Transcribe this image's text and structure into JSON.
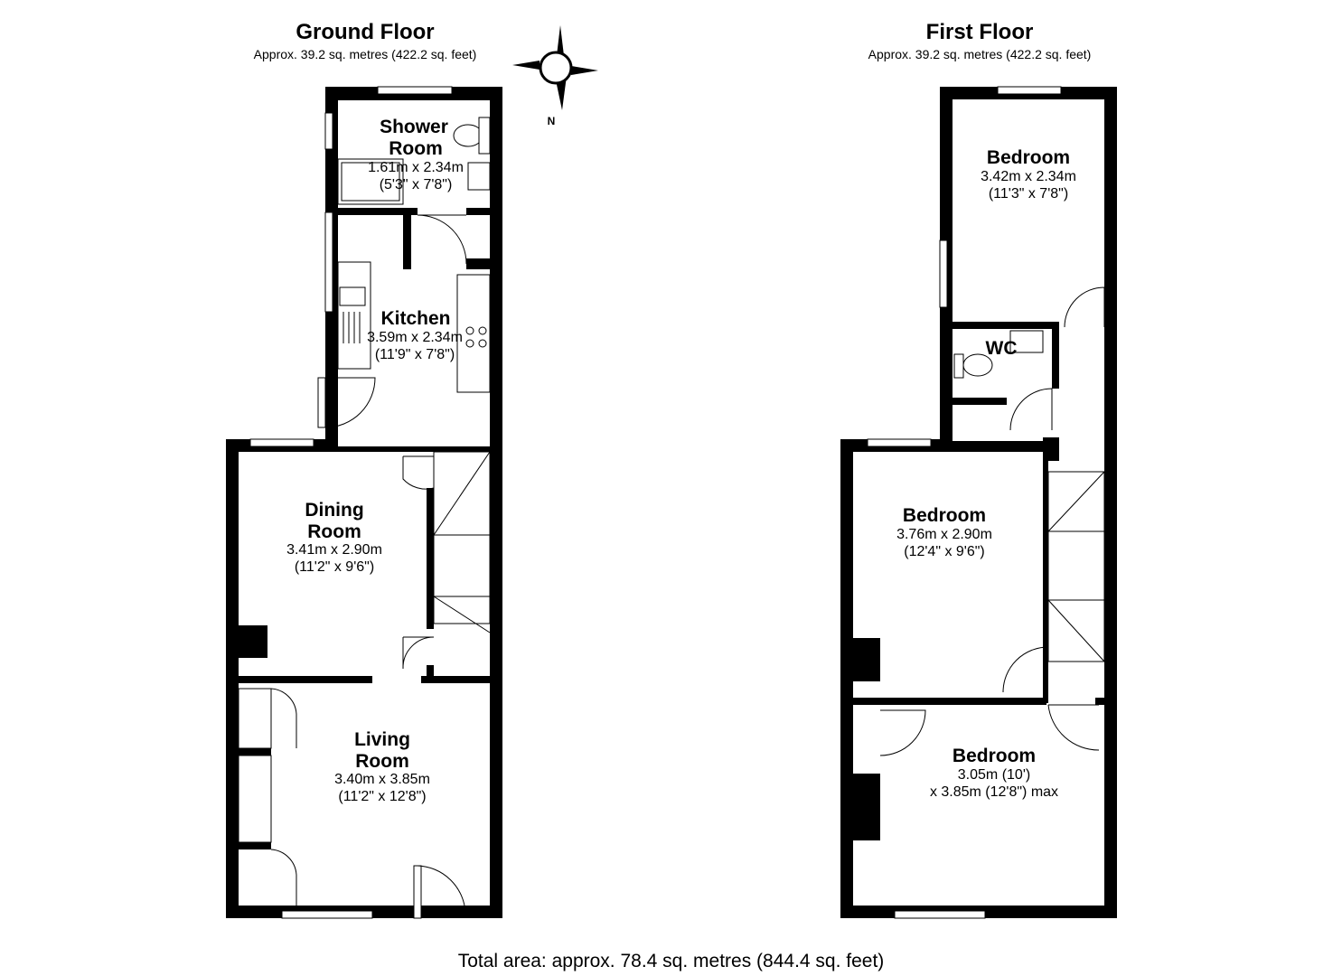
{
  "ground_floor": {
    "title": "Ground Floor",
    "area": "Approx. 39.2 sq. metres (422.2 sq. feet)",
    "rooms": [
      {
        "name_lines": [
          "Shower",
          "Room"
        ],
        "dims": [
          "1.61m x 2.34m",
          "(5'3\" x 7'8\")"
        ]
      },
      {
        "name_lines": [
          "Kitchen"
        ],
        "dims": [
          "3.59m x 2.34m",
          "(11'9\" x 7'8\")"
        ]
      },
      {
        "name_lines": [
          "Dining",
          "Room"
        ],
        "dims": [
          "3.41m x 2.90m",
          "(11'2\" x 9'6\")"
        ]
      },
      {
        "name_lines": [
          "Living",
          "Room"
        ],
        "dims": [
          "3.40m x 3.85m",
          "(11'2\" x 12'8\")"
        ]
      }
    ]
  },
  "first_floor": {
    "title": "First Floor",
    "area": "Approx. 39.2 sq. metres (422.2 sq. feet)",
    "rooms": [
      {
        "name_lines": [
          "Bedroom"
        ],
        "dims": [
          "3.42m x 2.34m",
          "(11'3\" x 7'8\")"
        ]
      },
      {
        "name_lines": [
          "WC"
        ],
        "dims": []
      },
      {
        "name_lines": [
          "Bedroom"
        ],
        "dims": [
          "3.76m x 2.90m",
          "(12'4\" x 9'6\")"
        ]
      },
      {
        "name_lines": [
          "Bedroom"
        ],
        "dims": [
          "3.05m (10')",
          "x 3.85m (12'8\") max"
        ]
      }
    ]
  },
  "compass": {
    "label": "N"
  },
  "total_area": "Total area: approx. 78.4 sq. metres (844.4 sq. feet)"
}
